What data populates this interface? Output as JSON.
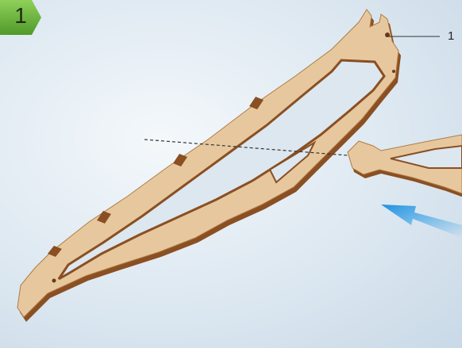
{
  "step": {
    "number": "1"
  },
  "callouts": [
    {
      "label": "1"
    }
  ],
  "colors": {
    "badge_green": "#6db33f",
    "wood": "#e7c89e",
    "wood_edge": "#8a4f22",
    "arrow_blue": "#3aa2e6"
  },
  "icons": [
    "step-badge",
    "assembly-arrow-icon"
  ]
}
